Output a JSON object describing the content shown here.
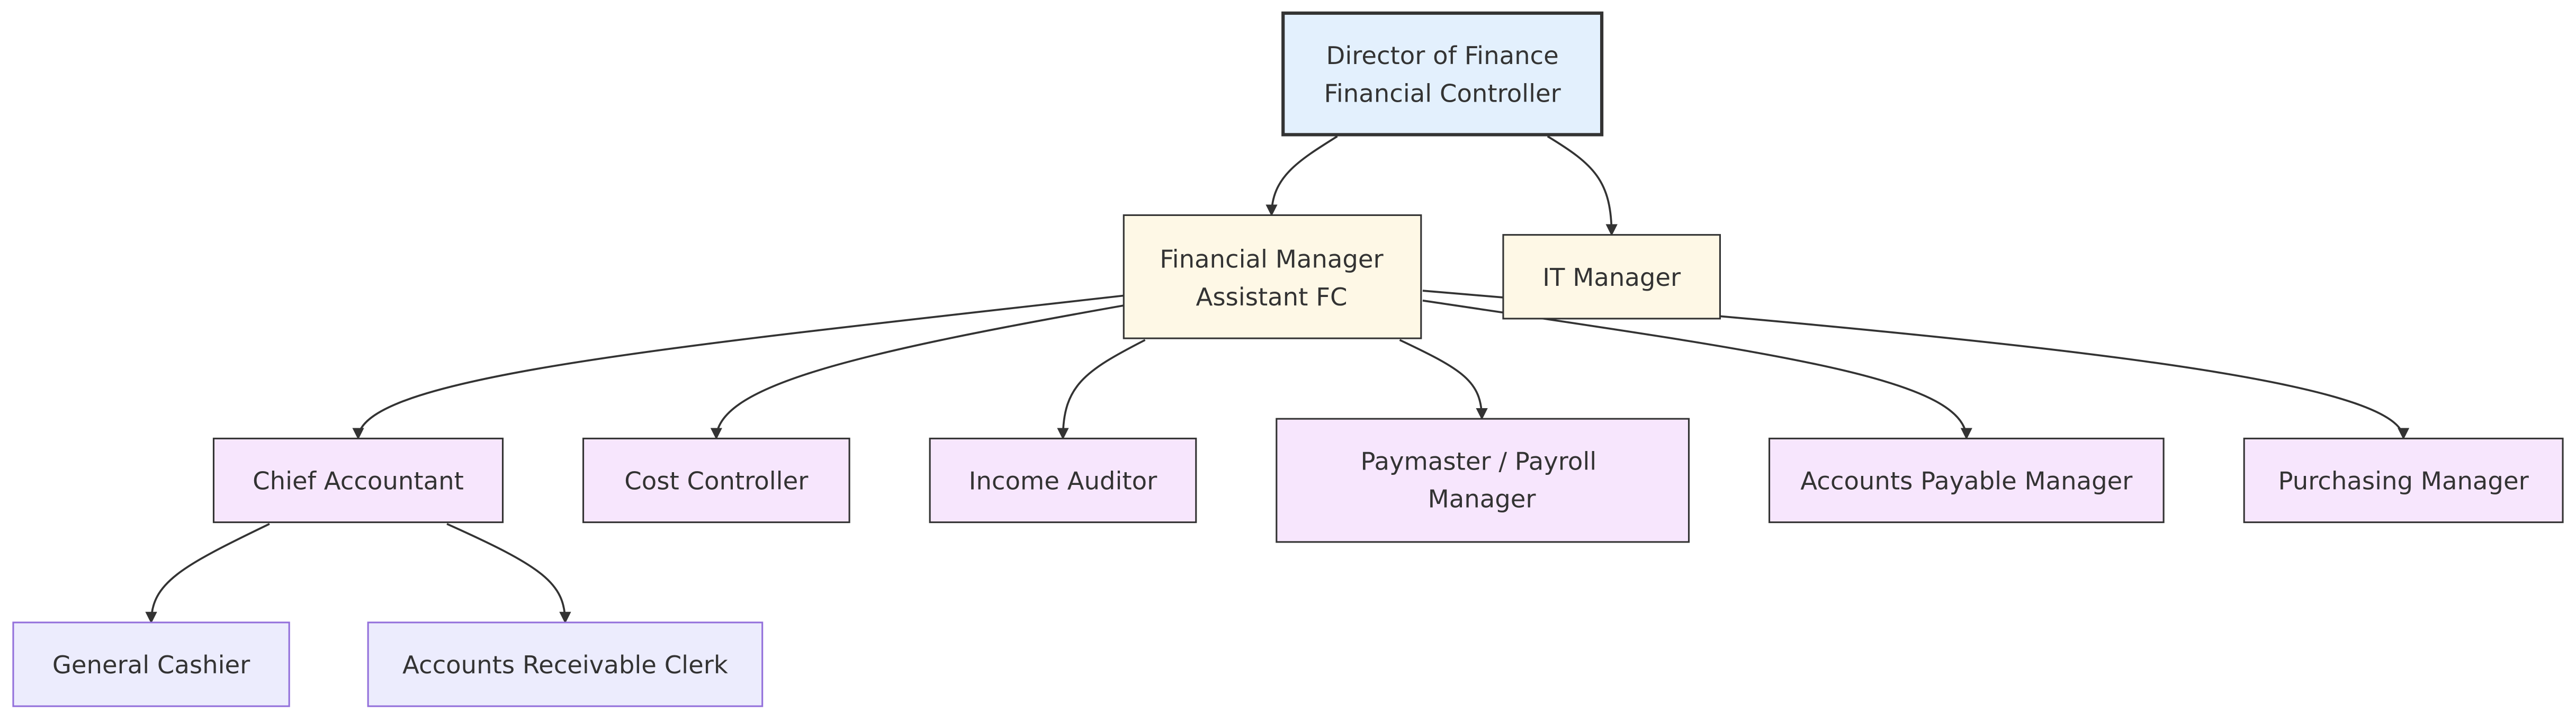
{
  "nodes": {
    "director": {
      "lines": [
        "Director of Finance",
        "Financial Controller"
      ]
    },
    "financial_manager": {
      "lines": [
        "Financial Manager",
        "Assistant FC"
      ]
    },
    "it_manager": {
      "lines": [
        "IT Manager"
      ]
    },
    "chief_accountant": {
      "lines": [
        "Chief Accountant"
      ]
    },
    "cost_controller": {
      "lines": [
        "Cost Controller"
      ]
    },
    "income_auditor": {
      "lines": [
        "Income Auditor"
      ]
    },
    "paymaster": {
      "lines": [
        "Paymaster / Payroll",
        "Manager"
      ]
    },
    "accounts_payable": {
      "lines": [
        "Accounts Payable Manager"
      ]
    },
    "purchasing": {
      "lines": [
        "Purchasing Manager"
      ]
    },
    "general_cashier": {
      "lines": [
        "General Cashier"
      ]
    },
    "accounts_receivable": {
      "lines": [
        "Accounts Receivable Clerk"
      ]
    }
  },
  "colors": {
    "top": "#e3f0fd",
    "middle": "#fef8e6",
    "department": "#f7e6fd",
    "staff": "#ececfd",
    "staff_border": "#9370db",
    "line": "#333333"
  }
}
